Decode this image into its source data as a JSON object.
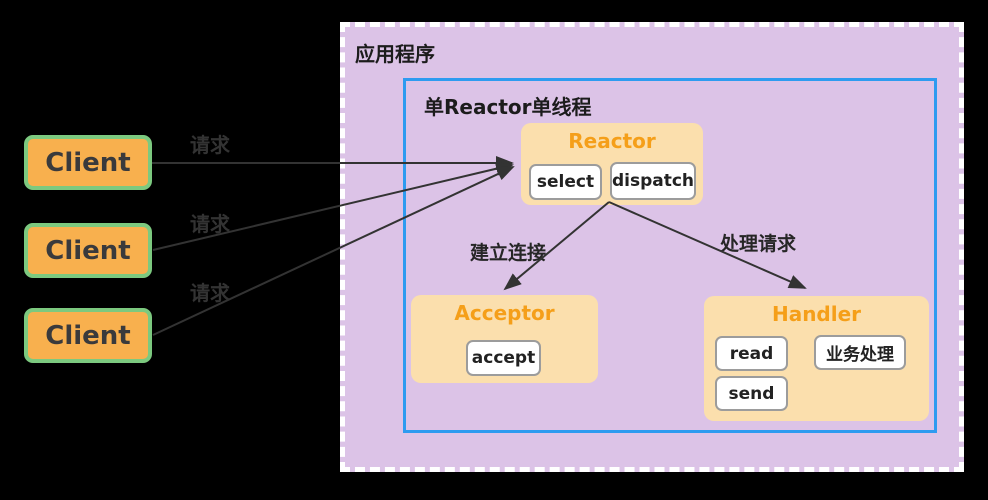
{
  "application": {
    "title": "应用程序"
  },
  "inner": {
    "title": "单Reactor单线程"
  },
  "clients": [
    {
      "label": "Client"
    },
    {
      "label": "Client"
    },
    {
      "label": "Client"
    }
  ],
  "labels": {
    "request_1": "请求",
    "request_2": "请求",
    "request_3": "请求",
    "establish_connection": "建立连接",
    "handle_request": "处理请求"
  },
  "reactor": {
    "title": "Reactor",
    "select": "select",
    "dispatch": "dispatch"
  },
  "acceptor": {
    "title": "Acceptor",
    "accept": "accept"
  },
  "handler": {
    "title": "Handler",
    "read": "read",
    "send": "send",
    "business": "业务处理"
  },
  "colors": {
    "background": "#000000",
    "app_box_fill": "#DCC3E7",
    "app_box_border": "#FFFFFF",
    "inner_border": "#2E9BF0",
    "group_fill": "#FBDFAD",
    "group_title": "#F59F19",
    "client_fill": "#F8B04E",
    "client_border": "#7CC97F",
    "pill_border": "#9C9C9C",
    "arrow": "#333333"
  }
}
